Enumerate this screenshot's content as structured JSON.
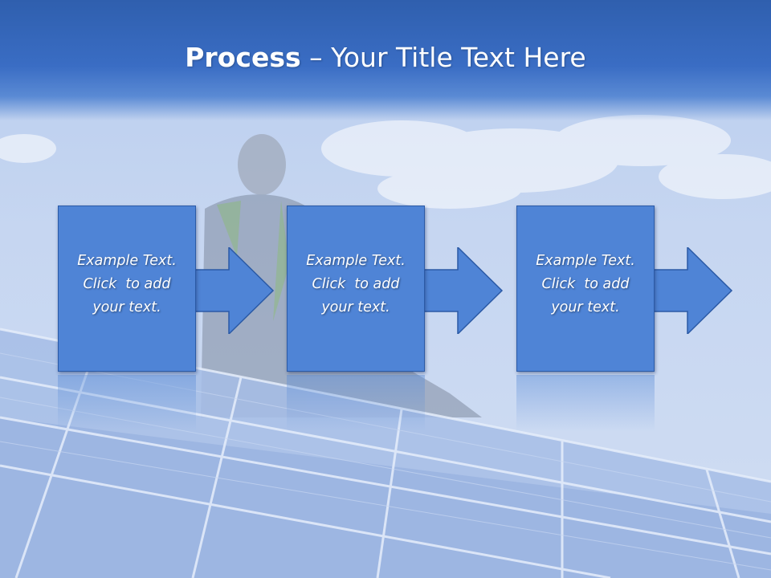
{
  "title": {
    "bold": "Process",
    "rest": " – Your Title Text Here"
  },
  "colors": {
    "header": "#3a6dc4",
    "box": "#4f84d6",
    "box_border": "#2b5aa6",
    "text": "#ffffff"
  },
  "steps": [
    {
      "line1": "Example Text.",
      "line2": "Click  to add",
      "line3": "your text."
    },
    {
      "line1": "Example Text.",
      "line2": "Click  to add",
      "line3": "your text."
    },
    {
      "line1": "Example Text.",
      "line2": "Click  to add",
      "line3": "your text."
    }
  ],
  "background": {
    "image": "solar-worker-photo"
  }
}
